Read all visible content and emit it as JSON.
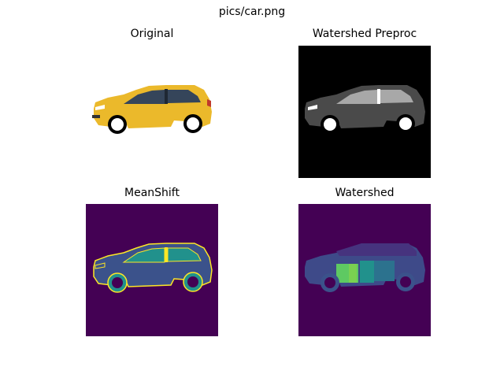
{
  "figure": {
    "title": "pics/car.png"
  },
  "panels": {
    "original": {
      "title": "Original"
    },
    "preproc": {
      "title": "Watershed Preproc"
    },
    "meanshift": {
      "title": "MeanShift"
    },
    "watershed": {
      "title": "Watershed"
    }
  },
  "colors": {
    "car_yellow": "#ebb92b",
    "window_dark": "#35455a",
    "preproc_bg": "#000000",
    "preproc_body": "#4a4a4a",
    "viridis_purple": "#440154",
    "viridis_blue": "#3b528b",
    "viridis_teal": "#21918c",
    "viridis_green": "#5ec962",
    "viridis_yellow": "#fde725"
  }
}
